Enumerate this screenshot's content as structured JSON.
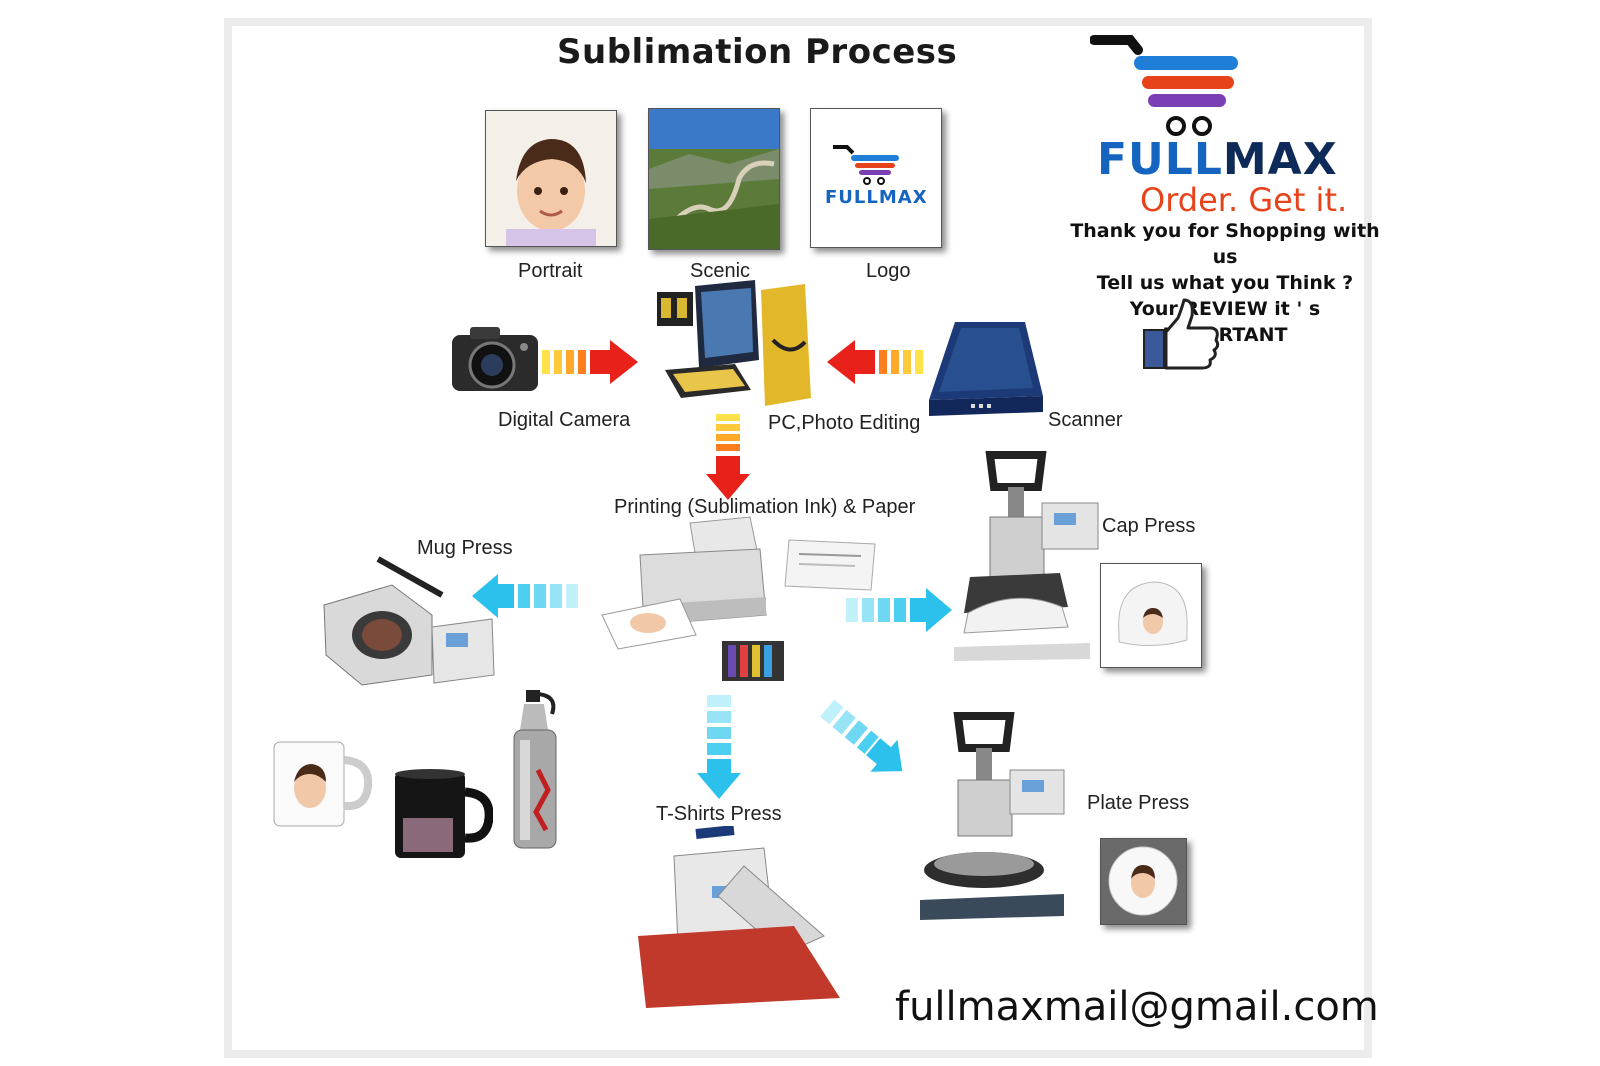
{
  "diagram": {
    "title": "Sublimation Process",
    "sources": {
      "portrait": "Portrait",
      "scenic": "Scenic",
      "logo": "Logo"
    },
    "inputs": {
      "camera": "Digital Camera",
      "pc": "PC,Photo Editing",
      "scanner": "Scanner"
    },
    "printing": "Printing (Sublimation Ink) & Paper",
    "presses": {
      "mug": "Mug Press",
      "cap": "Cap Press",
      "tshirt": "T-Shirts Press",
      "plate": "Plate Press"
    },
    "logo_small_text": "FULLMAX"
  },
  "brand": {
    "name_part1": "FULL",
    "name_part2": "MAX",
    "tagline": "Order. Get it.",
    "thanks_line1": "Thank you for Shopping with us",
    "thanks_line2": "Tell us what you Think ?",
    "thanks_line3": "Your REVIEW it ' s IMPORTANT",
    "email": "fullmaxmail@gmail.com",
    "colors": {
      "blue": "#1565c0",
      "orange": "#e8421b",
      "purple": "#7b3fb5",
      "thumb": "#3b5998"
    }
  },
  "icons": [
    "camera-icon",
    "computer-icon",
    "scanner-icon",
    "printer-icon",
    "mug-press-icon",
    "cap-press-icon",
    "tshirt-press-icon",
    "plate-press-icon",
    "thumbs-up-icon",
    "cart-icon"
  ]
}
